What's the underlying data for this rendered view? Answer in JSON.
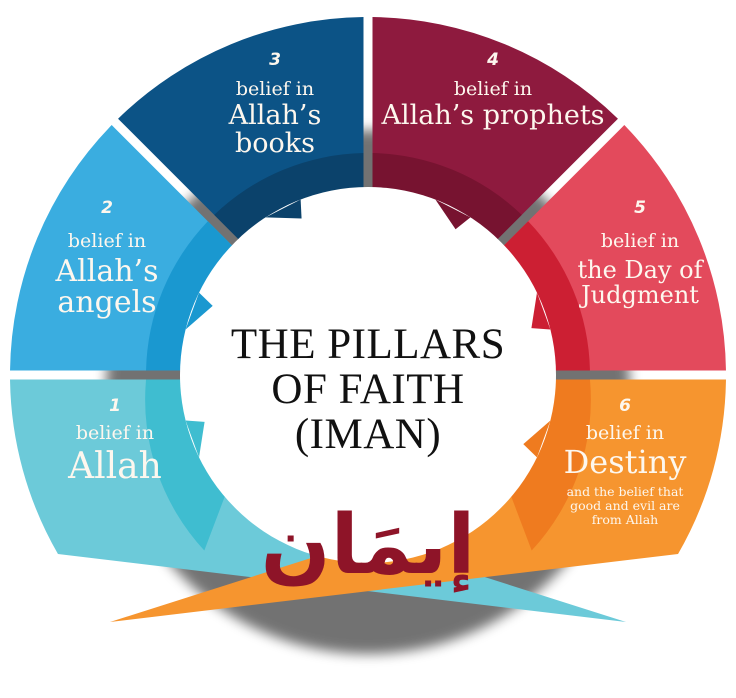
{
  "title": {
    "line1": "THE PILLARS",
    "line2": "OF FAITH",
    "line3": "(IMAN)"
  },
  "arabic_title": "إيمَان",
  "colors": {
    "pillar1": "#6ccad9",
    "pillar1_inner": "#3fbdd0",
    "pillar2": "#3aade0",
    "pillar2_inner": "#1a98d0",
    "pillar3": "#0c5386",
    "pillar3_inner": "#0b426b",
    "pillar4": "#8e1a3e",
    "pillar4_inner": "#771330",
    "pillar5": "#e34a5c",
    "pillar5_inner": "#cc1f33",
    "pillar6": "#f6952f",
    "pillar6_inner": "#ef7b1f",
    "arabic": "#8e1428",
    "title": "#111111"
  },
  "pillars": [
    {
      "number": "1",
      "prefix": "belief in",
      "name": "Allah"
    },
    {
      "number": "2",
      "prefix": "belief in",
      "name_line1": "Allah’s",
      "name_line2": "angels"
    },
    {
      "number": "3",
      "prefix": "belief in",
      "name": "Allah’s books"
    },
    {
      "number": "4",
      "prefix": "belief in",
      "name": "Allah’s prophets"
    },
    {
      "number": "5",
      "prefix": "belief in",
      "name_line1": "the Day of",
      "name_line2": "Judgment"
    },
    {
      "number": "6",
      "prefix": "belief in",
      "name": "Destiny",
      "note_line1": "and the belief that",
      "note_line2": "good and evil are",
      "note_line3": "from Allah"
    }
  ]
}
